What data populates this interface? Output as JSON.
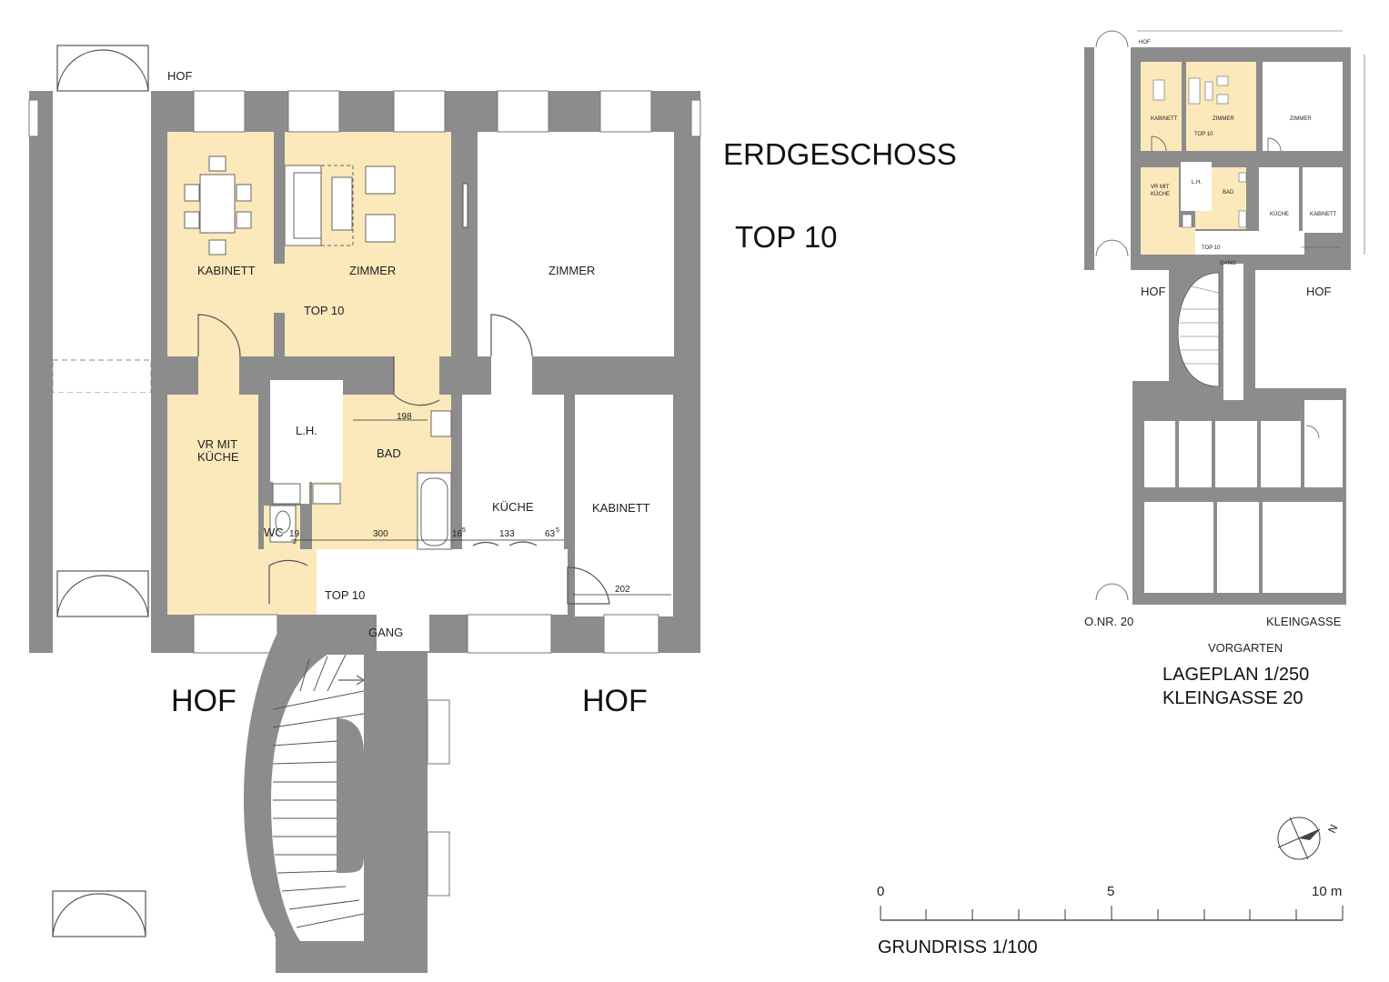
{
  "title": "ERDGESCHOSS",
  "subtitle": "TOP 10",
  "colors": {
    "wall": "#8c8c8c",
    "apartment": "#fbe8bb",
    "line": "#333333",
    "background": "#ffffff"
  },
  "plan": {
    "rooms": {
      "kabinett_left": "KABINETT",
      "zimmer_top10": "ZIMMER",
      "top10_inside": "TOP 10",
      "zimmer_right": "ZIMMER",
      "lh": "L.H.",
      "bad": "BAD",
      "vr_line1": "VR MIT",
      "vr_line2": "KÜCHE",
      "wc": "WC",
      "kueche": "KÜCHE",
      "kabinett_right": "KABINETT",
      "top10_gang": "TOP 10",
      "gang": "GANG",
      "hof_top": "HOF",
      "hof_left": "HOF",
      "hof_right": "HOF"
    },
    "dimensions": {
      "d198": "198",
      "d19": "19",
      "d2": "2",
      "d300": "300",
      "d16": "16",
      "d16_sup": "5",
      "d133": "133",
      "d63": "63",
      "d63_sup": "5",
      "d202": "202"
    }
  },
  "site_plan": {
    "labels": {
      "hof_top": "HOF",
      "kabinett": "KABINETT",
      "zimmer": "ZIMMER",
      "top10": "TOP 10",
      "zimmer_right": "ZIMMER",
      "vr": "VR MIT",
      "kueche_vr": "KÜCHE",
      "lh": "L.H.",
      "bad": "BAD",
      "kueche": "KÜCHE",
      "kabinett_right": "KABINETT",
      "top10_gang": "TOP 10",
      "gang": "GANG",
      "hof_left": "HOF",
      "hof_right": "HOF",
      "onr": "O.NR. 20",
      "kleingasse": "KLEINGASSE",
      "vorgarten": "VORGARTEN"
    },
    "scale_label": "LAGEPLAN 1/250",
    "address": "KLEINGASSE 20"
  },
  "north_label": "N",
  "scale_bar": {
    "ticks": [
      "0",
      "5",
      "10 m"
    ],
    "label": "GRUNDRISS 1/100"
  }
}
